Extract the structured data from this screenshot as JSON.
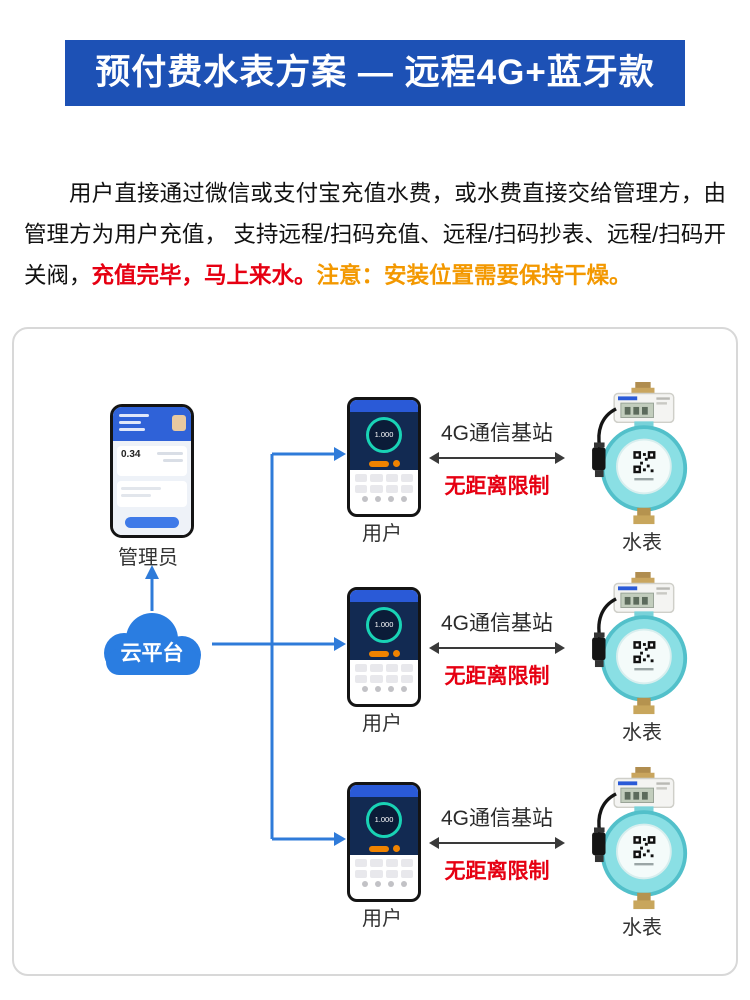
{
  "banner": {
    "title": "预付费水表方案 — 远程4G+蓝牙款",
    "bg_color": "#1d51b5"
  },
  "intro": {
    "main": "用户直接通过微信或支付宝充值水费，或水费直接交给管理方，由管理方为用户充值， 支持远程/扫码充值、远程/扫码抄表、远程/扫码开关阀，",
    "highlight_red": "充值完毕，马上来水。",
    "highlight_orange": "注意：安装位置需要保持干燥。",
    "red_color": "#e60012",
    "orange_color": "#f39800"
  },
  "diagram": {
    "admin": {
      "label": "管理员",
      "app_value": "0.34"
    },
    "cloud": {
      "label": "云平台",
      "color": "#2a7de1"
    },
    "line_color": "#2f7bd9",
    "rows": [
      {
        "user_label": "用户",
        "phone_value": "1.000",
        "link_title": "4G通信基站",
        "link_note": "无距离限制",
        "meter_label": "水表"
      },
      {
        "user_label": "用户",
        "phone_value": "1.000",
        "link_title": "4G通信基站",
        "link_note": "无距离限制",
        "meter_label": "水表"
      },
      {
        "user_label": "用户",
        "phone_value": "1.000",
        "link_title": "4G通信基站",
        "link_note": "无距离限制",
        "meter_label": "水表"
      }
    ]
  }
}
